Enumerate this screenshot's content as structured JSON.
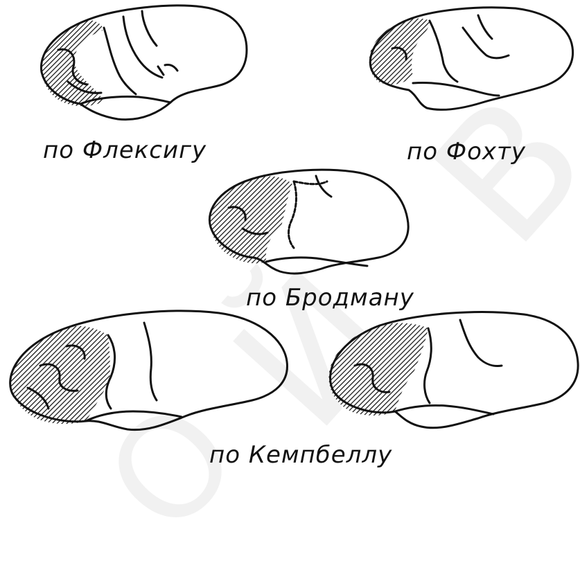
{
  "labels": {
    "flechsig": "по Флексигу",
    "vogt": "по Фохту",
    "brodmann": "по Бродману",
    "campbell": "по Кемпбеллу"
  },
  "watermark": {
    "glyph_1": "Й",
    "glyph_2": "В",
    "glyph_3": "О"
  },
  "colors": {
    "ink": "#111111",
    "background": "#ffffff",
    "shading": "#222222"
  }
}
